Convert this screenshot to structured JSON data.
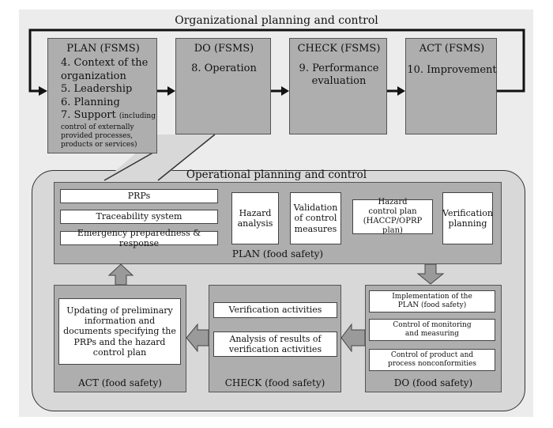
{
  "outer": {
    "title": "Organizational planning and control",
    "plan": {
      "title": "PLAN (FSMS)",
      "items": [
        "4. Context of the",
        "organization",
        "5. Leadership",
        "6. Planning",
        "7. Support"
      ],
      "support_note": "(including",
      "support_lines": [
        "control of externally",
        "provided processes,",
        "products or services)"
      ]
    },
    "do": {
      "title": "DO (FSMS)",
      "item": "8. Operation"
    },
    "check": {
      "title": "CHECK (FSMS)",
      "item_lines": [
        "9. Performance",
        "evaluation"
      ]
    },
    "act": {
      "title": "ACT (FSMS)",
      "item": "10. Improvement"
    }
  },
  "inner": {
    "title": "Operational planning and control",
    "plan": {
      "label": "PLAN (food safety)",
      "list": [
        "PRPs",
        "Traceability system",
        "Emergency preparedness & response"
      ],
      "steps": [
        {
          "lines": [
            "Hazard",
            "analysis"
          ]
        },
        {
          "lines": [
            "Validation",
            "of control",
            "measures"
          ]
        },
        {
          "lines": [
            "Hazard",
            "control plan",
            "(HACCP/OPRP plan)"
          ]
        },
        {
          "lines": [
            "Verification",
            "planning"
          ]
        }
      ]
    },
    "do": {
      "label": "DO (food safety)",
      "items": [
        {
          "lines": [
            "Implementation of the",
            "PLAN (food safety)"
          ]
        },
        {
          "lines": [
            "Control of monitoring",
            "and measuring"
          ]
        },
        {
          "lines": [
            "Control of product and",
            "process nonconformities"
          ]
        }
      ]
    },
    "check": {
      "label": "CHECK (food safety)",
      "items": [
        {
          "lines": [
            "Verification activities"
          ]
        },
        {
          "lines": [
            "Analysis of results of",
            "verification activities"
          ]
        }
      ]
    },
    "act": {
      "label": "ACT (food safety)",
      "item_lines": [
        "Updating of preliminary",
        "information and",
        "documents specifying the",
        "PRPs and the hazard",
        "control plan"
      ]
    }
  }
}
